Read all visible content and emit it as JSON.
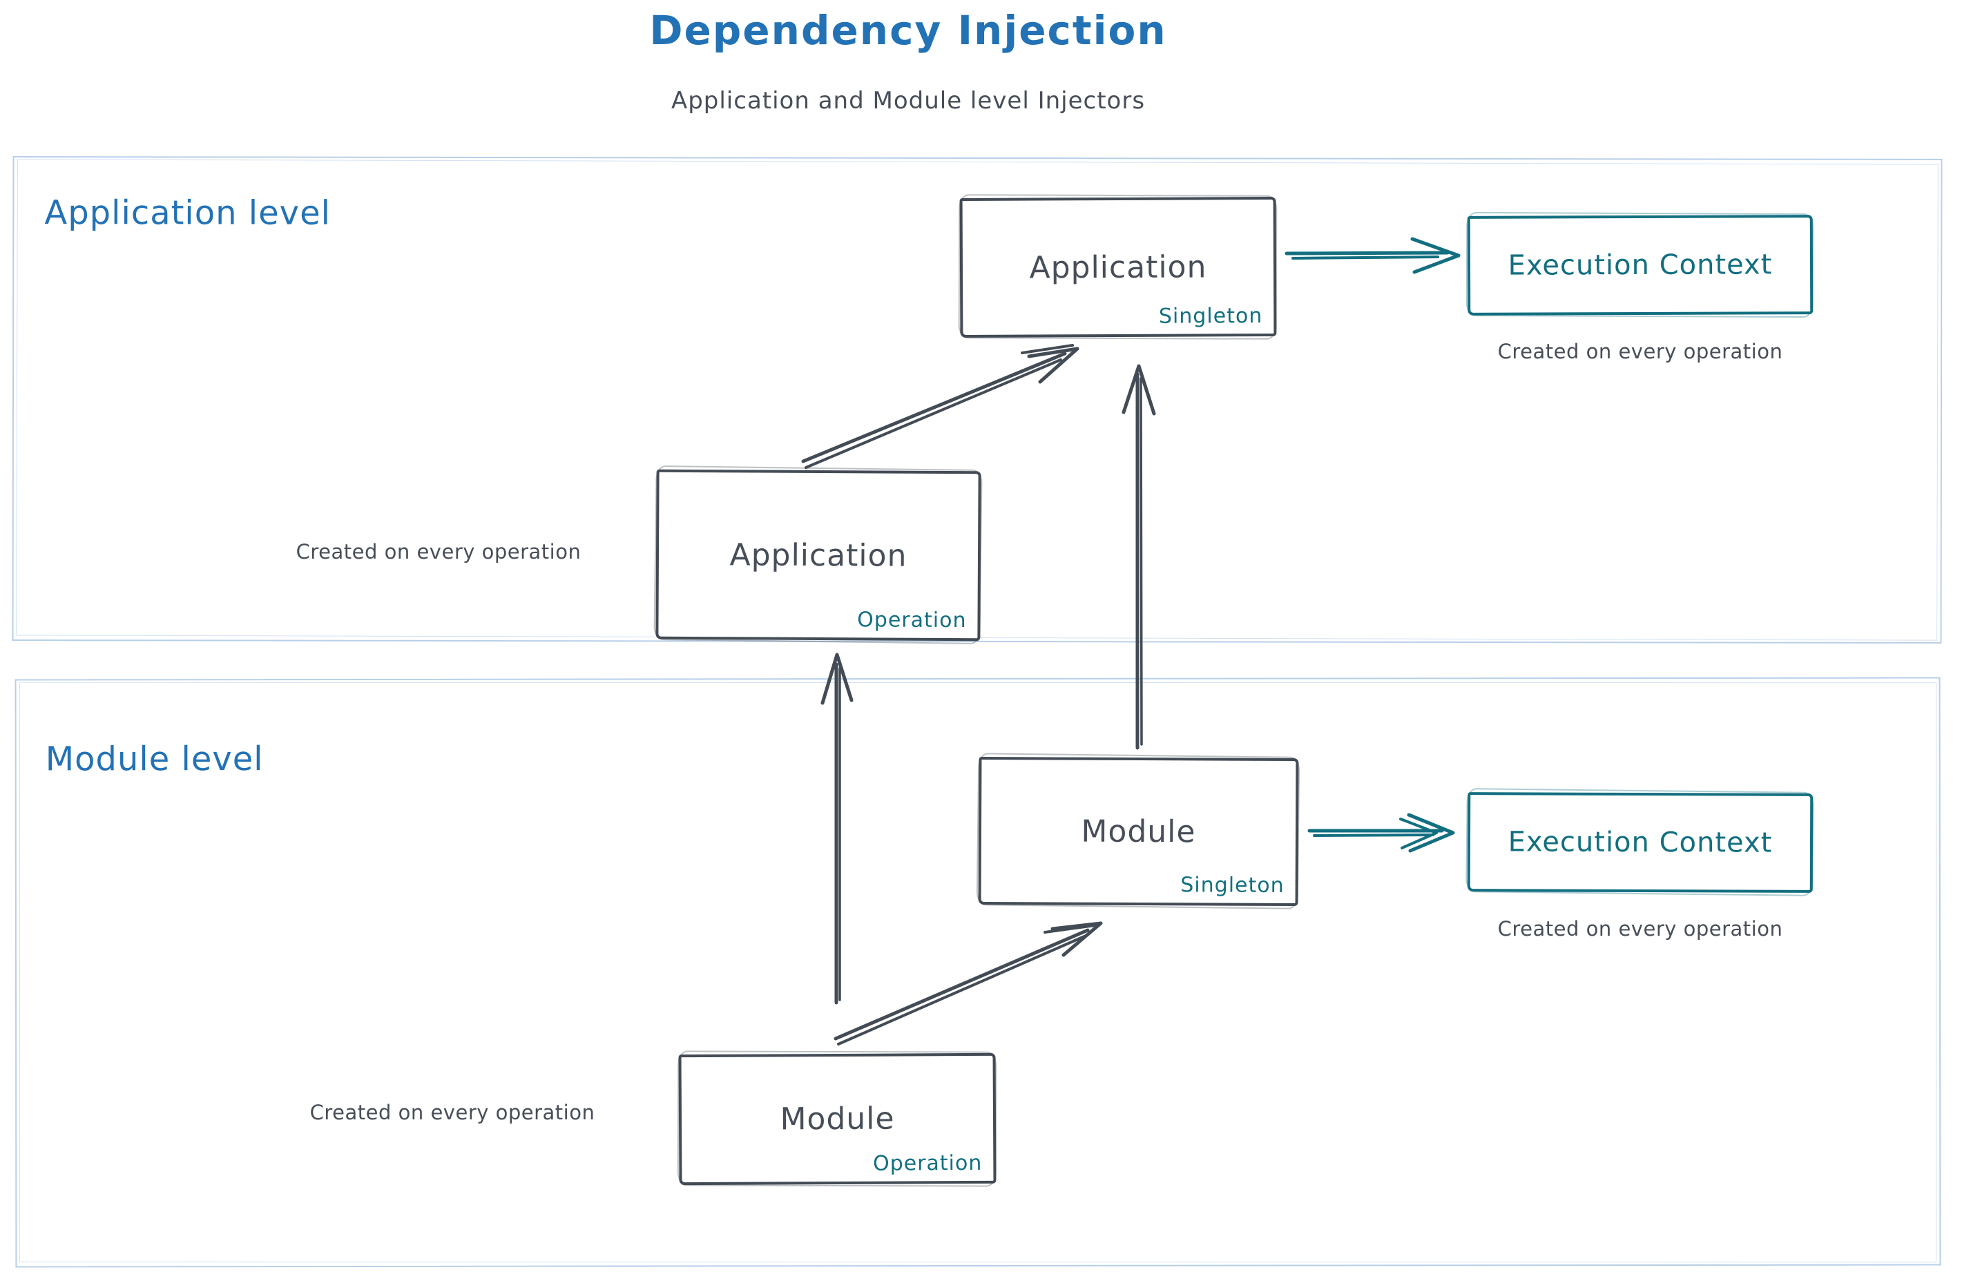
{
  "title": "Dependency Injection",
  "subtitle": "Application and Module level Injectors",
  "colors": {
    "blue": "#2372b5",
    "teal": "#136f80",
    "ink": "#434b55",
    "ink-text": "#474e58",
    "frame": "#b8cfe9",
    "frame-light": "#d3e1f3",
    "paper": "#ffffff"
  },
  "application_level": {
    "label": "Application level",
    "singleton_box": {
      "name": "Application",
      "scope": "Singleton"
    },
    "operation_box": {
      "name": "Application",
      "scope": "Operation"
    },
    "execution_context_box": {
      "name": "Execution Context"
    },
    "execution_context_caption": "Created on every operation",
    "operation_caption": "Created on every operation"
  },
  "module_level": {
    "label": "Module level",
    "singleton_box": {
      "name": "Module",
      "scope": "Singleton"
    },
    "operation_box": {
      "name": "Module",
      "scope": "Operation"
    },
    "execution_context_box": {
      "name": "Execution Context"
    },
    "execution_context_caption": "Created on every operation",
    "operation_caption": "Created on every operation"
  }
}
